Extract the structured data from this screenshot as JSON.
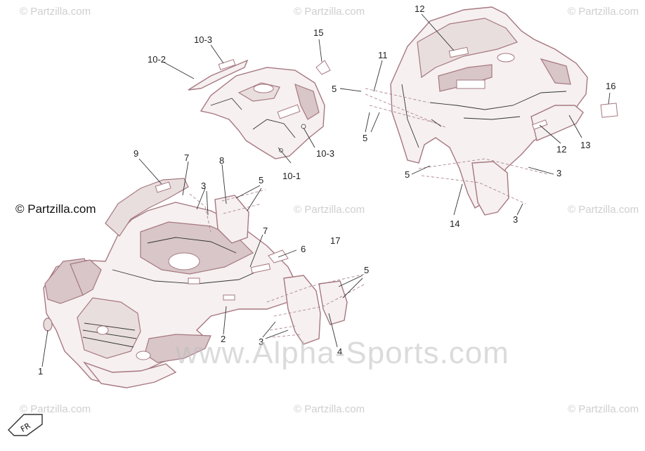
{
  "watermarks": {
    "partzilla": "© Partzilla.com",
    "copyright": "© Partzilla.com",
    "alpha": "www.Alpha-Sports.com"
  },
  "callouts": {
    "c1": "1",
    "c2": "2",
    "c3a": "3",
    "c3b": "3",
    "c3c": "3",
    "c3d": "3",
    "c4": "4",
    "c5a": "5",
    "c5b": "5",
    "c5c": "5",
    "c5d": "5",
    "c5e": "5",
    "c6": "6",
    "c7a": "7",
    "c7b": "7",
    "c8": "8",
    "c9": "9",
    "c10_1": "10-1",
    "c10_2": "10-2",
    "c10_3a": "10-3",
    "c10_3b": "10-3",
    "c11": "11",
    "c12a": "12",
    "c12b": "12",
    "c13": "13",
    "c14": "14",
    "c15": "15",
    "c16": "16",
    "c17": "17"
  },
  "arrow_label": "FR"
}
